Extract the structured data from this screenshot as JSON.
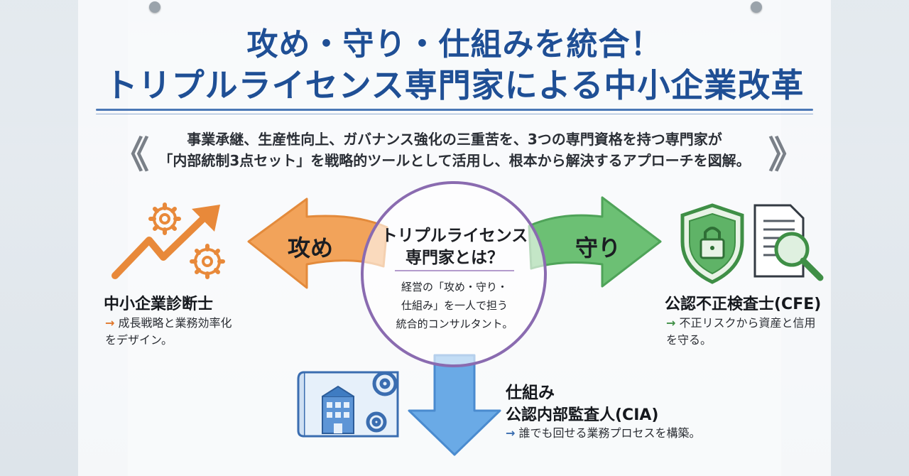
{
  "title": {
    "line1": "攻め・守り・仕組みを統合！",
    "line2": "トリプルライセンス専門家による中小企業改革"
  },
  "subtitle": {
    "line1": "事業承継、生産性向上、ガバナンス強化の三重苦を、3つの専門資格を持つ専門家が",
    "line2": "「内部統制3点セット」を戦略的ツールとして活用し、根本から解決するアプローチを図解。"
  },
  "center": {
    "heading1": "トリプルライセンス",
    "heading2": "専門家とは？",
    "body1": "経営の「攻め・守り・",
    "body2": "仕組み」を一人で担う",
    "body3": "統合的コンサルタント。"
  },
  "arrows": {
    "attack": {
      "label": "攻め",
      "color": "#f2a35a"
    },
    "defense": {
      "label": "守り",
      "color": "#6cc074"
    },
    "system": {
      "label": "仕組み",
      "color": "#6aaae6"
    }
  },
  "roles": {
    "smec": {
      "title": "中小企業診断士",
      "arrow": "→",
      "desc1": "成長戦略と業務効率化",
      "desc2": "をデザイン。",
      "icons": [
        "gear-icon",
        "growth-arrow-icon"
      ]
    },
    "cfe": {
      "title": "公認不正検査士(CFE)",
      "arrow": "→",
      "desc1": "不正リスクから資産と信用",
      "desc2": "を守る。",
      "icons": [
        "shield-lock-icon",
        "document-magnifier-icon"
      ]
    },
    "cia": {
      "title": "公認内部監査人(CIA)",
      "arrow": "→",
      "desc": "誰でも回せる業務プロセスを構築。",
      "icons": [
        "blueprint-building-icon",
        "gear-icon"
      ]
    }
  }
}
